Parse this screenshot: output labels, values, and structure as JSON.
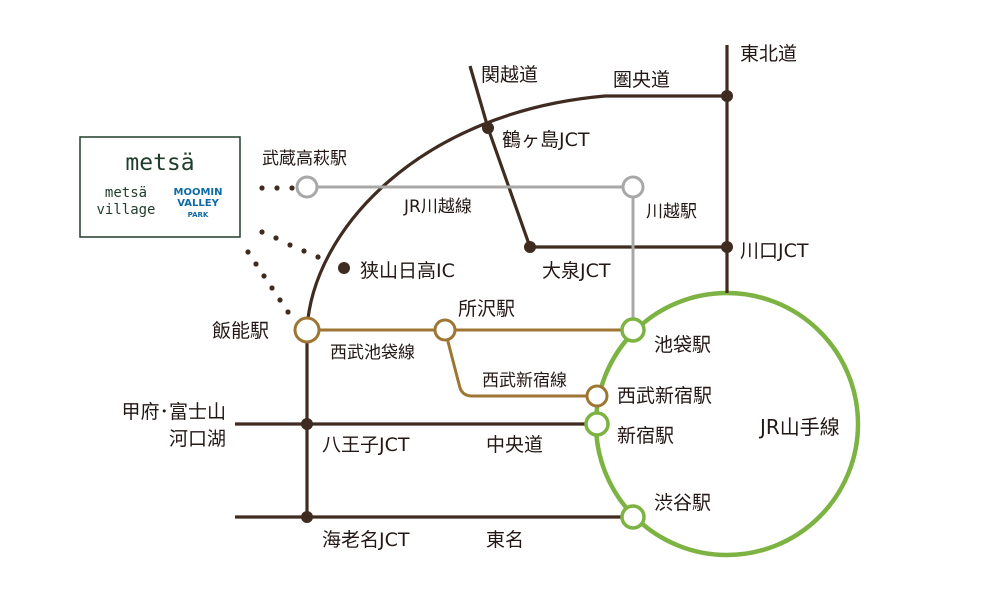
{
  "logo": {
    "brand": "metsä",
    "village_line1": "metsä",
    "village_line2": "village",
    "moomin_line1": "MOOMIN",
    "moomin_line2": "VALLEY",
    "moomin_line3": "PARK"
  },
  "expressways": {
    "kan_etsu": "関越道",
    "ken_o": "圏央道",
    "tohoku": "東北道",
    "chuo": "中央道",
    "tomei": "東名",
    "kofu_fuji_line1": "甲府･富士山",
    "kofu_fuji_line2": "河口湖"
  },
  "junctions": {
    "tsurugashima": "鶴ヶ島JCT",
    "kawaguchi": "川口JCT",
    "oizumi": "大泉JCT",
    "sayama_hidaka": "狭山日高IC",
    "hachioji": "八王子JCT",
    "ebina": "海老名JCT"
  },
  "rail_lines": {
    "jr_kawagoe": "JR川越線",
    "seibu_ikebukuro": "西武池袋線",
    "seibu_shinjuku": "西武新宿線",
    "jr_yamanote": "JR山手線"
  },
  "stations": {
    "musashi_takahagi": "武蔵高萩駅",
    "kawagoe": "川越駅",
    "hanno": "飯能駅",
    "tokorozawa": "所沢駅",
    "ikebukuro": "池袋駅",
    "seibu_shinjuku": "西武新宿駅",
    "shinjuku": "新宿駅",
    "shibuya": "渋谷駅"
  },
  "colors": {
    "expressway": "#3f2b20",
    "jr_kawagoe_line": "#a8a8a8",
    "seibu_lines": "#9d7634",
    "yamanote_line": "#7cb342",
    "logo_green": "#1f3d2b",
    "moomin_blue": "#0e6aa5"
  }
}
